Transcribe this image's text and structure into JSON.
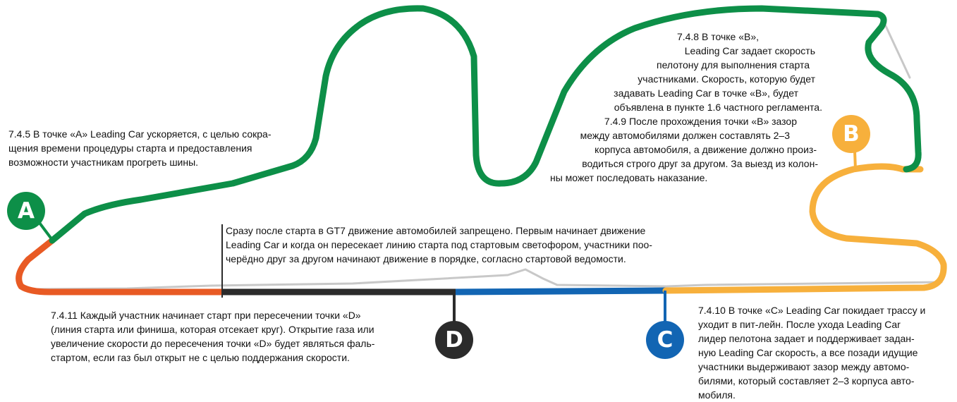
{
  "colors": {
    "green": "#0d8f48",
    "orange": "#e85a24",
    "yellow": "#f7b03c",
    "blue": "#1265b3",
    "black": "#2b2b2b",
    "gray": "#c8c8c8"
  },
  "markers": {
    "a": "A",
    "b": "B",
    "c": "C",
    "d": "D"
  },
  "notes": {
    "a": [
      "7.4.5 В точке «A» Leading Car ускоряется, с целью сокра-",
      "щения времени процедуры старта и предоставления",
      "возможности участникам прогреть шины."
    ],
    "b": [
      "7.4.8 В точке «B»,",
      "Leading Car задает скорость",
      "пелотону для выполнения старта",
      "участниками. Скорость, которую будет",
      "задавать Leading Car в точке «B», будет",
      "объявлена в пункте 1.6 частного регламента."
    ],
    "b2": [
      "7.4.9     После прохождения точки «B» зазор",
      "между автомобилями должен составлять 2–3",
      "корпуса автомобиля, а движение должно произ-",
      "водиться строго друг за другом. За выезд из колон-",
      "ны может последовать наказание."
    ],
    "start": [
      "Сразу после старта в GT7 движение автомобилей запрещено. Первым начинает движение",
      "Leading Car и когда он пересекает линию старта под стартовым светофором, участники поо-",
      "черёдно друг за другом начинают движение в порядке, согласно стартовой ведомости."
    ],
    "d": [
      "7.4.11      Каждый участник начинает старт при пересечении точки «D»",
      "(линия старта или финиша, которая отсекает круг). Открытие газа или",
      "увеличение скорости до пересечения точки «D» будет являться фаль-",
      "стартом, если газ был открыт не с целью поддержания скорости."
    ],
    "c": [
      "7.4.10 В точке «C» Leading Car покидает трассу и",
      "уходит в пит-лейн. После ухода Leading Car",
      "лидер пелотона задает и поддерживает задан-",
      "ную Leading Car скорость, а все позади идущие",
      "участники выдерживают зазор между автомо-",
      "билями, который составляет 2–3 корпуса авто-",
      "мобиля."
    ]
  }
}
